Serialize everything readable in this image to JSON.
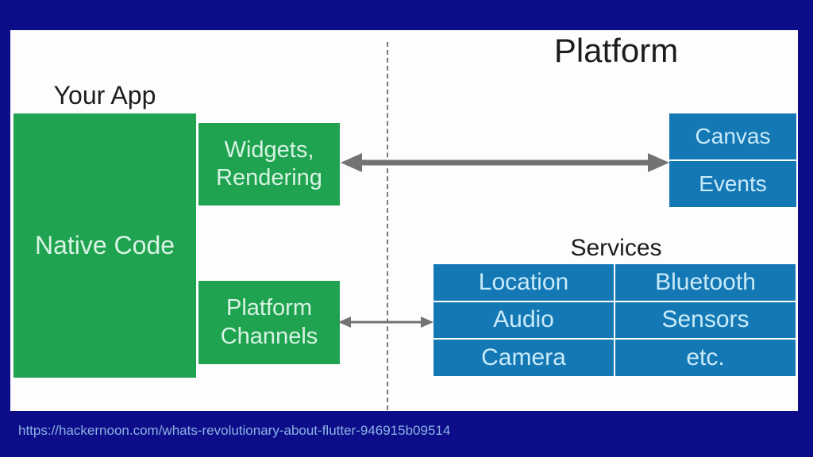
{
  "slide": {
    "footer_url": "https://hackernoon.com/whats-revolutionary-about-flutter-946915b09514"
  },
  "diagram": {
    "your_app": {
      "title": "Your App",
      "native_code_label": "Native Code",
      "widgets_box": {
        "line1": "Widgets,",
        "line2": "Rendering"
      },
      "channels_box": {
        "line1": "Platform",
        "line2": "Channels"
      }
    },
    "platform": {
      "title": "Platform",
      "canvas_label": "Canvas",
      "events_label": "Events",
      "services": {
        "title": "Services",
        "cells": [
          [
            "Location",
            "Bluetooth"
          ],
          [
            "Audio",
            "Sensors"
          ],
          [
            "Camera",
            "etc."
          ]
        ]
      }
    },
    "colors": {
      "navy_background": "#0d0d8a",
      "box_green": "#1fa350",
      "box_blue": "#1478b5",
      "arrow_gray": "#737373",
      "url_text": "#8ab2e2"
    }
  }
}
